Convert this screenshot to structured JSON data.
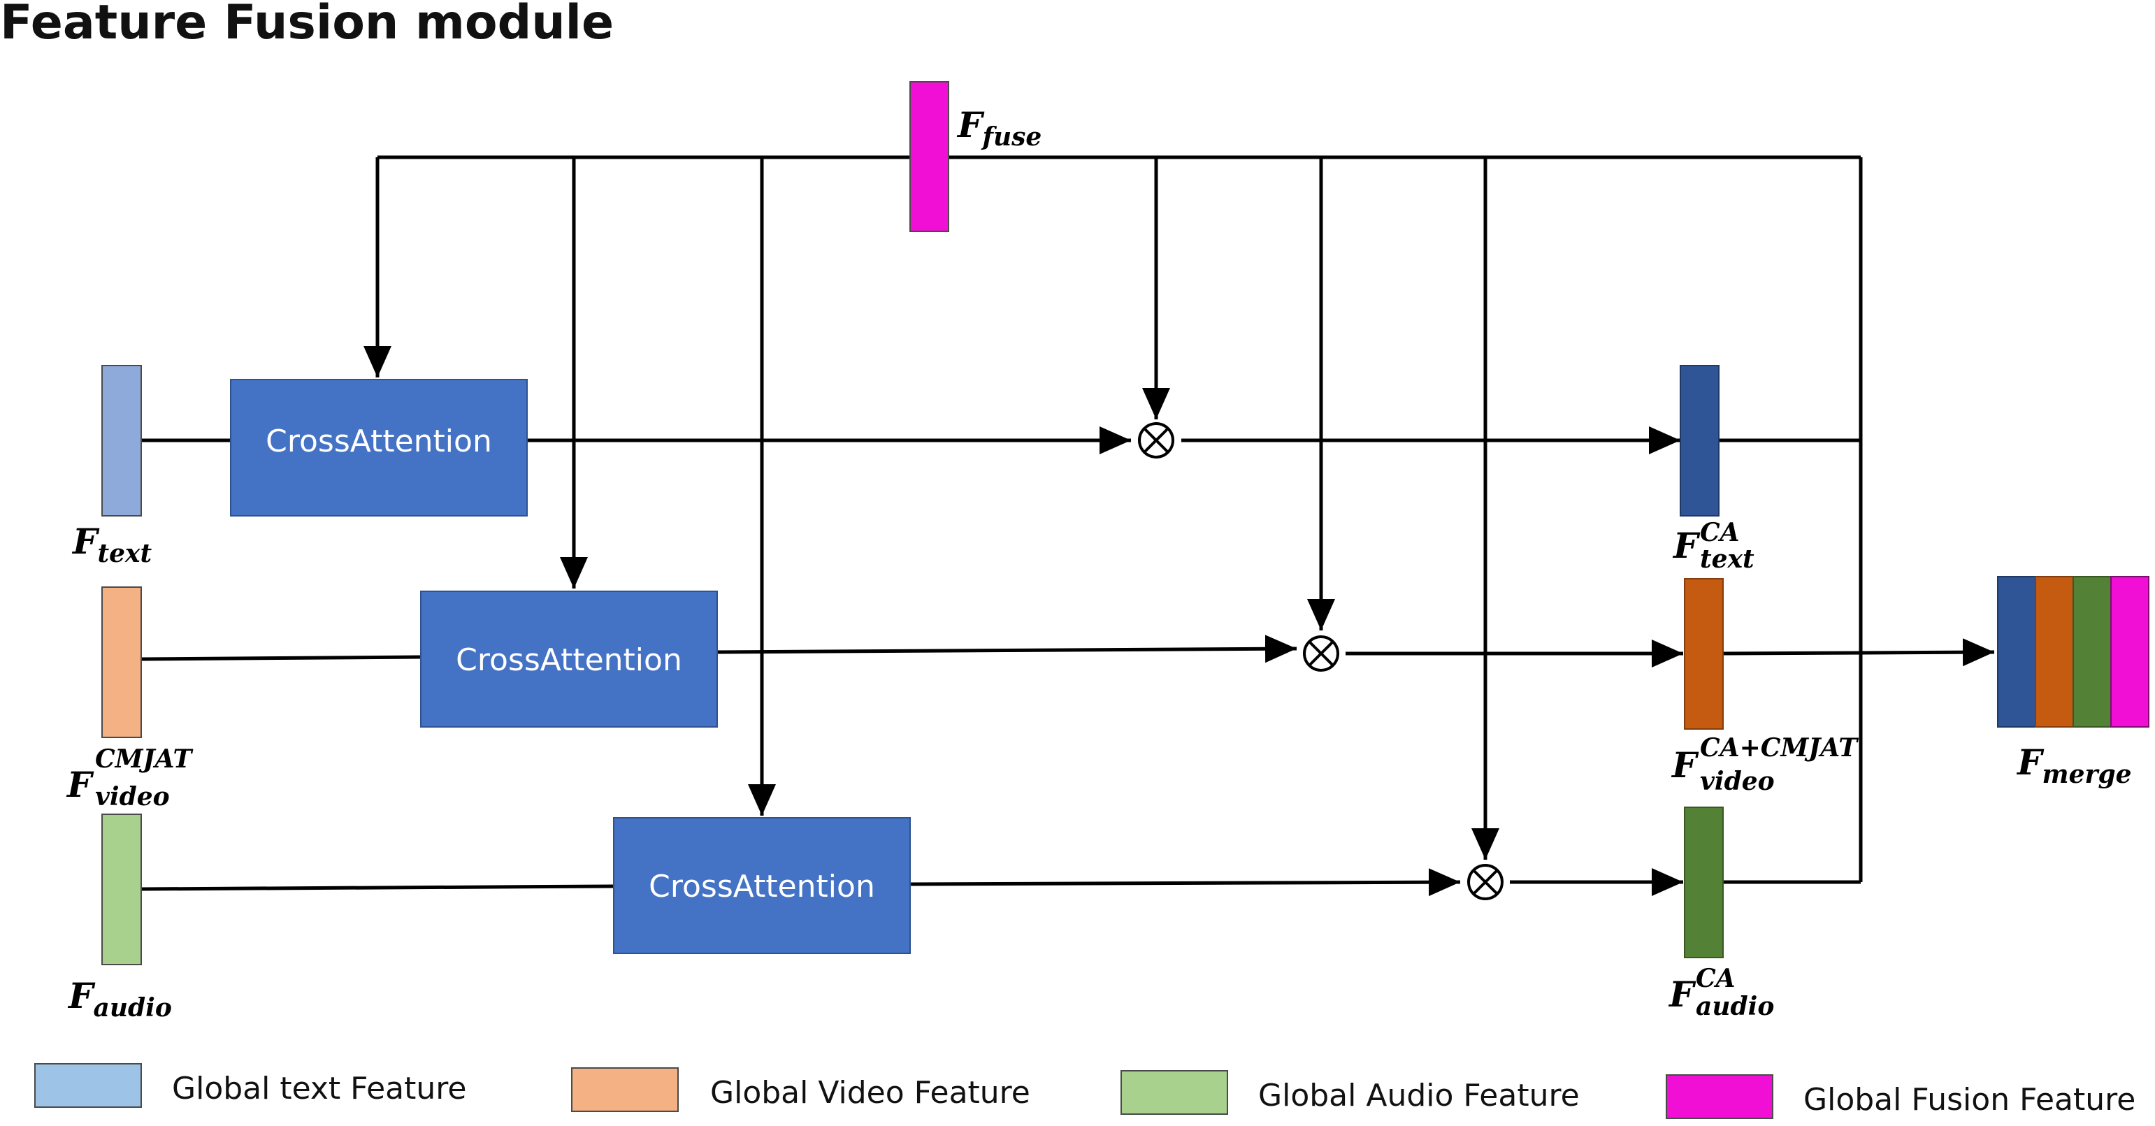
{
  "title": "Feature Fusion module",
  "colors": {
    "text_feature": "#8eaadb",
    "video_feature": "#f4b183",
    "audio_feature": "#a9d18e",
    "fusion_feature": "#f10fd6",
    "ca_box": "#4472c4",
    "text_ca": "#2f5597",
    "video_ca": "#c55a11",
    "audio_ca": "#538135"
  },
  "modules": {
    "cross_attention_text": "CrossAttention",
    "cross_attention_video": "CrossAttention",
    "cross_attention_audio": "CrossAttention"
  },
  "operators": {
    "multiply_symbol": "⊗"
  },
  "labels": {
    "f_fuse": {
      "base": "F",
      "sub": "fuse"
    },
    "f_text": {
      "base": "F",
      "sub": "text"
    },
    "f_video": {
      "base": "F",
      "sup": "CMJAT",
      "sub": "video"
    },
    "f_audio": {
      "base": "F",
      "sub": "audio"
    },
    "f_text_ca": {
      "base": "F",
      "sup": "CA",
      "sub": "text"
    },
    "f_video_ca": {
      "base": "F",
      "sup": "CA+CMJAT",
      "sub": "video"
    },
    "f_audio_ca": {
      "base": "F",
      "sup": "CA",
      "sub": "audio"
    },
    "f_merge": {
      "base": "F",
      "sub": "merge"
    }
  },
  "legend": [
    {
      "label": "Global text Feature",
      "color": "#9dc3e6"
    },
    {
      "label": "Global Video Feature",
      "color": "#f4b183"
    },
    {
      "label": "Global Audio Feature",
      "color": "#a9d18e"
    },
    {
      "label": "Global Fusion Feature",
      "color": "#f10fd6"
    }
  ]
}
